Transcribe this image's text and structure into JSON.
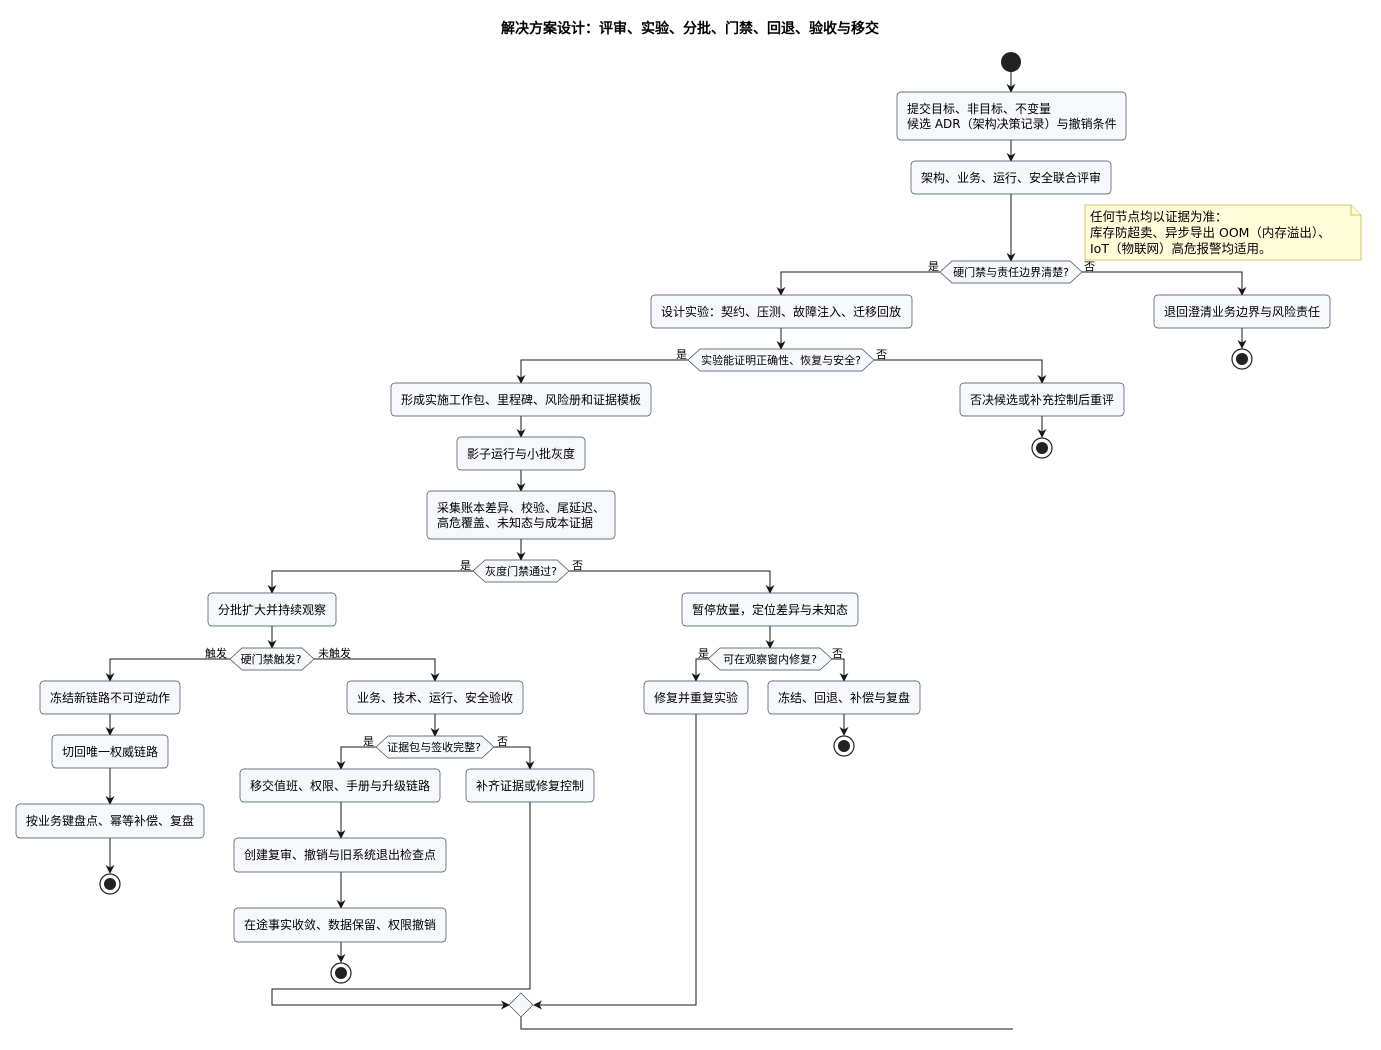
{
  "title": "解决方案设计：评审、实验、分批、门禁、回退、验收与移交",
  "activities": {
    "a1_line1": "提交目标、非目标、不变量",
    "a1_line2": "候选 ADR（架构决策记录）与撤销条件",
    "a2": "架构、业务、运行、安全联合评审",
    "a3": "设计实验：契约、压测、故障注入、迁移回放",
    "a4": "退回澄清业务边界与风险责任",
    "a5": "形成实施工作包、里程碑、风险册和证据模板",
    "a6": "否决候选或补充控制后重评",
    "a7": "影子运行与小批灰度",
    "a8_line1": "采集账本差异、校验、尾延迟、",
    "a8_line2": "高危覆盖、未知态与成本证据",
    "a9": "分批扩大并持续观察",
    "a10": "暂停放量，定位差异与未知态",
    "a11": "冻结新链路不可逆动作",
    "a12": "业务、技术、运行、安全验收",
    "a13": "修复并重复实验",
    "a14": "冻结、回退、补偿与复盘",
    "a15": "切回唯一权威链路",
    "a16": "移交值班、权限、手册与升级链路",
    "a17": "补齐证据或修复控制",
    "a18": "按业务键盘点、幂等补偿、复盘",
    "a19": "创建复审、撤销与旧系统退出检查点",
    "a20": "在途事实收敛、数据保留、权限撤销"
  },
  "decisions": {
    "d1": "硬门禁与责任边界清楚?",
    "d2": "实验能证明正确性、恢复与安全?",
    "d3": "灰度门禁通过?",
    "d4": "硬门禁触发?",
    "d5": "可在观察窗内修复?",
    "d6": "证据包与签收完整?"
  },
  "branches": {
    "yes": "是",
    "no": "否",
    "triggered": "触发",
    "not_triggered": "未触发"
  },
  "note": {
    "line1": "任何节点均以证据为准：",
    "line2": "库存防超卖、异步导出 OOM（内存溢出）、",
    "line3": "IoT（物联网）高危报警均适用。"
  },
  "colors": {
    "activity_fill": "#f6f8fb",
    "activity_stroke": "#3b4a5e",
    "note_fill": "#fefbd8",
    "note_stroke": "#c9b54b",
    "node_fill": "#222222"
  }
}
